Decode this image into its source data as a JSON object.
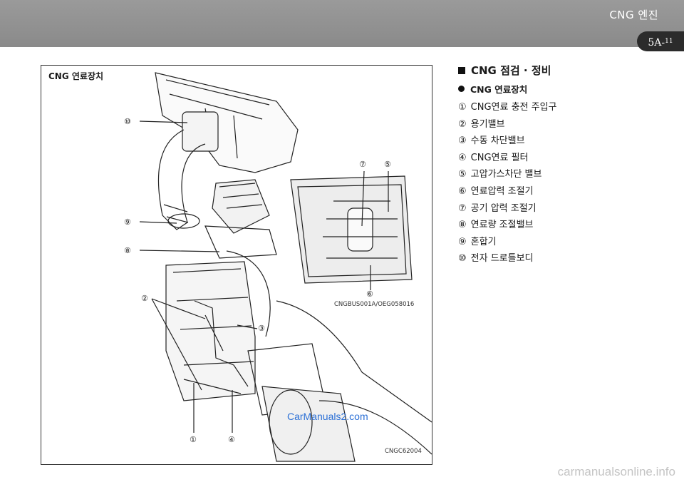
{
  "header": {
    "section_title": "CNG 엔진",
    "page_prefix": "5A-",
    "page_number": "11"
  },
  "figure": {
    "label": "CNG 연료장치",
    "inset_code": "CNGBUS001A/OEG058016",
    "main_code": "CNGC62004",
    "watermark": "CarManuals2.com",
    "callouts": [
      "⑩",
      "⑨",
      "⑧",
      "⑦",
      "⑤",
      "⑥",
      "②",
      "③",
      "①",
      "④"
    ]
  },
  "content": {
    "heading": "CNG 점검 · 정비",
    "subheading": "CNG 연료장치",
    "items": [
      {
        "num": "①",
        "label": "CNG연료 충전 주입구"
      },
      {
        "num": "②",
        "label": "용기밸브"
      },
      {
        "num": "③",
        "label": "수동 차단밸브"
      },
      {
        "num": "④",
        "label": "CNG연료 필터"
      },
      {
        "num": "⑤",
        "label": "고압가스차단 밸브"
      },
      {
        "num": "⑥",
        "label": "연료압력 조절기"
      },
      {
        "num": "⑦",
        "label": "공기 압력 조절기"
      },
      {
        "num": "⑧",
        "label": "연료량 조절밸브"
      },
      {
        "num": "⑨",
        "label": "혼합기"
      },
      {
        "num": "⑩",
        "label": "전자 드로틀보디"
      }
    ]
  },
  "footer": {
    "site": "carmanualsonline.info"
  }
}
